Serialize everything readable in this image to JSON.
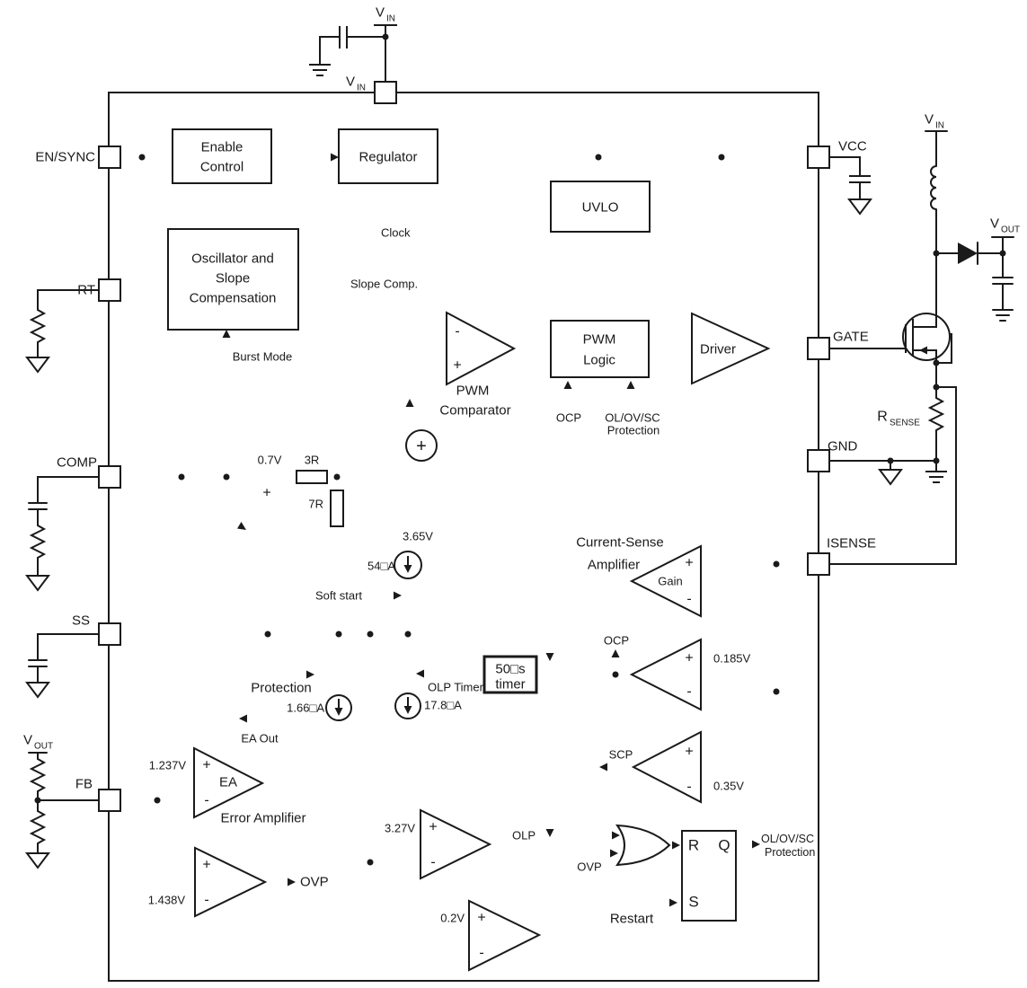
{
  "title": "Switching regulator functional block diagram",
  "colors": {
    "line": "#1a1a1a",
    "background": "#ffffff"
  },
  "labels": {
    "v": "V",
    "in_sub": "IN",
    "out_sub": "OUT",
    "r_main": "R",
    "sense_sub": "SENSE",
    "en_sync": "EN/SYNC",
    "rt": "RT",
    "comp": "COMP",
    "ss": "SS",
    "fb": "FB",
    "vcc": "VCC",
    "gate": "GATE",
    "gnd": "GND",
    "isense": "ISENSE",
    "enable1": "Enable",
    "enable2": "Control",
    "regulator": "Regulator",
    "uvlo": "UVLO",
    "osc1": "Oscillator and",
    "osc2": "Slope",
    "osc3": "Compensation",
    "clock": "Clock",
    "slope_comp": "Slope Comp.",
    "burst_mode": "Burst Mode",
    "pwm": "PWM",
    "comparator": "Comparator",
    "logic": "Logic",
    "driver": "Driver",
    "ocp": "OCP",
    "olovsc": "OL/OV/SC",
    "protection": "Protection",
    "v07": "0.7V",
    "r3": "3R",
    "r7": "7R",
    "v365": "3.65V",
    "i54": "54□A",
    "soft_start": "Soft start",
    "current_sense": "Current-Sense",
    "amplifier": "Amplifier",
    "gain": "Gain",
    "v0185": "0.185V",
    "olp_timer": "OLP Timer",
    "timer1": "50□s",
    "timer2": "timer",
    "i178": "17.8□A",
    "i166": "1.66□A",
    "ea_out": "EA Out",
    "v1237": "1.237V",
    "ea": "EA",
    "error_amplifier": "Error Amplifier",
    "v1438": "1.438V",
    "ovp": "OVP",
    "scp": "SCP",
    "v035": "0.35V",
    "v327": "3.27V",
    "olp": "OLP",
    "v02": "0.2V",
    "restart": "Restart",
    "latch_r": "R",
    "latch_q": "Q",
    "latch_s": "S",
    "plus": "+",
    "minus": "-"
  }
}
